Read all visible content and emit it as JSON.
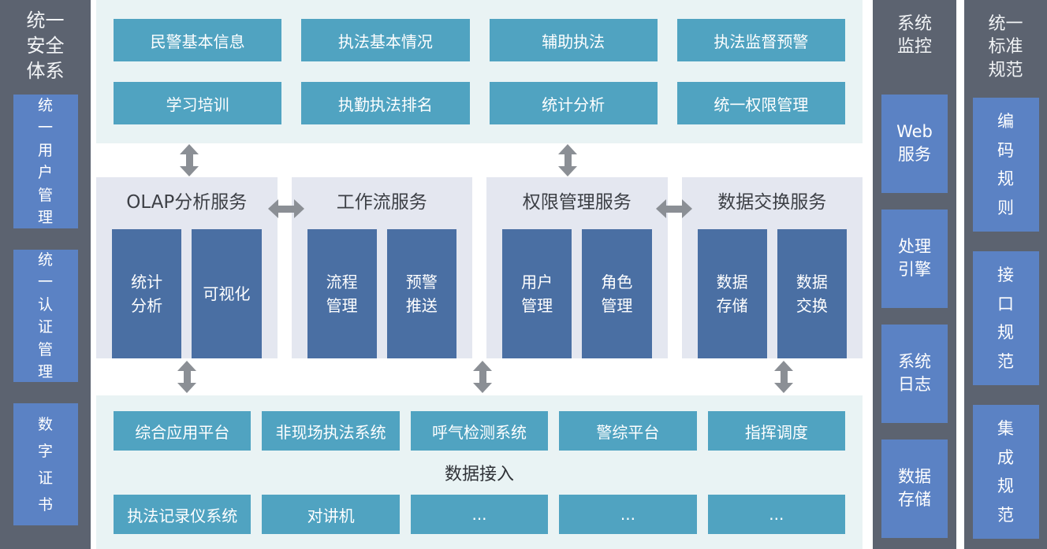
{
  "colors": {
    "sidebar-bg": "#5c6370",
    "sidebar-item": "#5b82c4",
    "teal": "#50a3c1",
    "light-panel": "#e9f3f4",
    "service-panel": "#e4e7f0",
    "inner-box": "#4a6fa3",
    "arrow": "#8b8f95"
  },
  "left_sidebar": {
    "title": [
      "统一",
      "安全",
      "体系"
    ],
    "items": [
      {
        "label": [
          "统",
          "一",
          "用",
          "户",
          "管",
          "理"
        ]
      },
      {
        "label": [
          "统",
          "一",
          "认",
          "证",
          "管",
          "理"
        ]
      },
      {
        "label": [
          "数",
          "字",
          "证",
          "书"
        ]
      }
    ]
  },
  "top_panel": {
    "buttons": [
      "民警基本信息",
      "执法基本情况",
      "辅助执法",
      "执法监督预警",
      "学习培训",
      "执勤执法排名",
      "统计分析",
      "统一权限管理"
    ]
  },
  "services": [
    {
      "title": "OLAP分析服务",
      "modules": [
        [
          "统计",
          "分析"
        ],
        [
          "可视化"
        ]
      ]
    },
    {
      "title": "工作流服务",
      "modules": [
        [
          "流程",
          "管理"
        ],
        [
          "预警",
          "推送"
        ]
      ]
    },
    {
      "title": "权限管理服务",
      "modules": [
        [
          "用户",
          "管理"
        ],
        [
          "角色",
          "管理"
        ]
      ]
    },
    {
      "title": "数据交换服务",
      "modules": [
        [
          "数据",
          "存储"
        ],
        [
          "数据",
          "交换"
        ]
      ]
    }
  ],
  "bottom_panel": {
    "row1": [
      "综合应用平台",
      "非现场执法系统",
      "呼气检测系统",
      "警综平台",
      "指挥调度"
    ],
    "label": "数据接入",
    "row2": [
      "执法记录仪系统",
      "对讲机",
      "...",
      "...",
      "..."
    ]
  },
  "monitor_column": {
    "title": [
      "系统",
      "监控"
    ],
    "items": [
      [
        "Web",
        "服务"
      ],
      [
        "处理",
        "引擎"
      ],
      [
        "系统",
        "日志"
      ],
      [
        "数据",
        "存储"
      ]
    ]
  },
  "standards_column": {
    "title": [
      "统一",
      "标准",
      "规范"
    ],
    "items": [
      [
        "编",
        "码",
        "规",
        "则"
      ],
      [
        "接",
        "口",
        "规",
        "范"
      ],
      [
        "集",
        "成",
        "规",
        "范"
      ]
    ]
  }
}
